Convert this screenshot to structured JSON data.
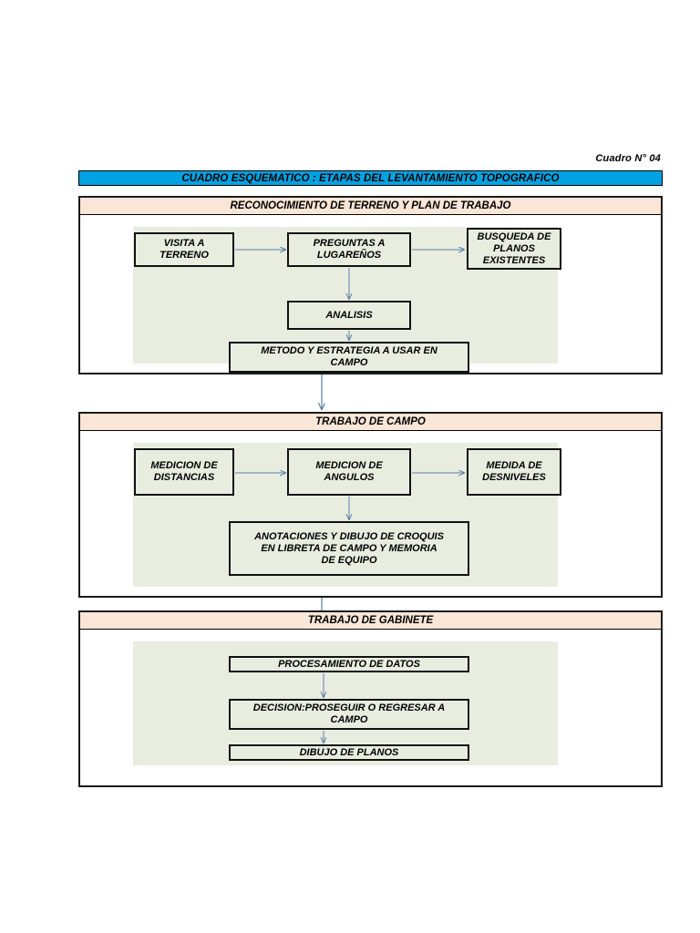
{
  "document": {
    "title": "Cuadro N° 04",
    "banner": "CUADRO ESQUEMATICO : ETAPAS DEL LEVANTAMIENTO TOPOGRAFICO"
  },
  "colors": {
    "banner_bg": "#00A2E2",
    "section_header_bg": "#FAE6D7",
    "panel_bg": "#E9EDE0",
    "box_border": "#111111",
    "arrow": "#5B7FA6"
  },
  "sections": [
    {
      "header": "RECONOCIMIENTO DE TERRENO Y PLAN DE TRABAJO",
      "boxes": [
        {
          "id": "visita-a-terreno",
          "text": "VISITA A\nTERRENO"
        },
        {
          "id": "preguntas-a-lugarenos",
          "text": "PREGUNTAS A\nLUGAREÑOS"
        },
        {
          "id": "busqueda-de-planos",
          "text": "BUSQUEDA DE\nPLANOS\nEXISTENTES"
        },
        {
          "id": "analisis",
          "text": "ANALISIS"
        },
        {
          "id": "metodo-y-estrategia",
          "text": "METODO Y ESTRATEGIA A USAR EN\nCAMPO"
        }
      ]
    },
    {
      "header": "TRABAJO DE CAMPO",
      "boxes": [
        {
          "id": "medicion-de-distancias",
          "text": "MEDICION DE\nDISTANCIAS"
        },
        {
          "id": "medicion-de-angulos",
          "text": "MEDICION DE\nANGULOS"
        },
        {
          "id": "medida-de-desniveles",
          "text": "MEDIDA DE\nDESNIVELES"
        },
        {
          "id": "anotaciones-y-croquis",
          "text": "ANOTACIONES Y DIBUJO DE CROQUIS\nEN LIBRETA DE CAMPO Y MEMORIA\nDE EQUIPO"
        }
      ]
    },
    {
      "header": "TRABAJO DE GABINETE",
      "boxes": [
        {
          "id": "procesamiento-de-datos",
          "text": "PROCESAMIENTO DE DATOS"
        },
        {
          "id": "decision-proseguir",
          "text": "DECISION:PROSEGUIR O REGRESAR A\nCAMPO"
        },
        {
          "id": "dibujo-de-planos",
          "text": "DIBUJO DE PLANOS"
        }
      ]
    }
  ]
}
